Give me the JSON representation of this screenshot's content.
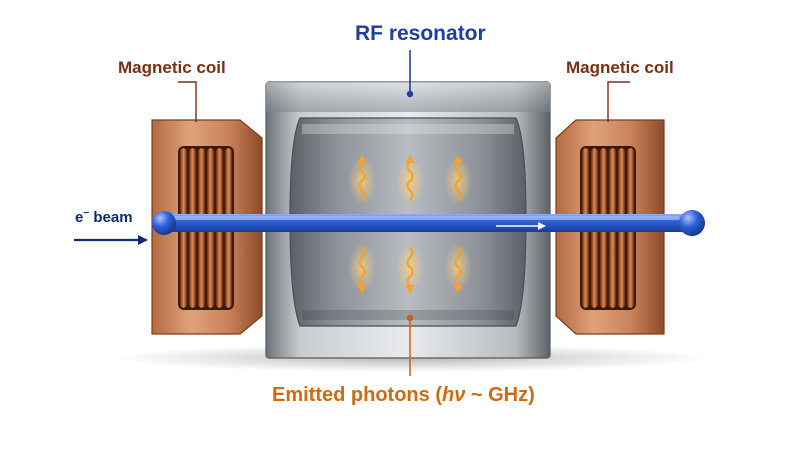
{
  "labels": {
    "rf_resonator": "RF resonator",
    "coil_left": "Magnetic coil",
    "coil_right": "Magnetic coil",
    "beam_prefix": "e",
    "beam_sup": "−",
    "beam_suffix": " beam",
    "photons_main": "Emitted photons (",
    "photons_hv": "hν",
    "photons_rest": " ~ GHz)"
  },
  "colors": {
    "rf_label": "#1f3f9e",
    "coil_label": "#7a2e12",
    "beam_label": "#0d2b6e",
    "photon_label": "#cf6a12",
    "copper": "#c9825a",
    "beam": "#2f62d8",
    "photon": "#f2a22e"
  },
  "icons": {
    "photon": "wavy-arrow-icon",
    "beam_direction": "arrow-right-icon"
  }
}
